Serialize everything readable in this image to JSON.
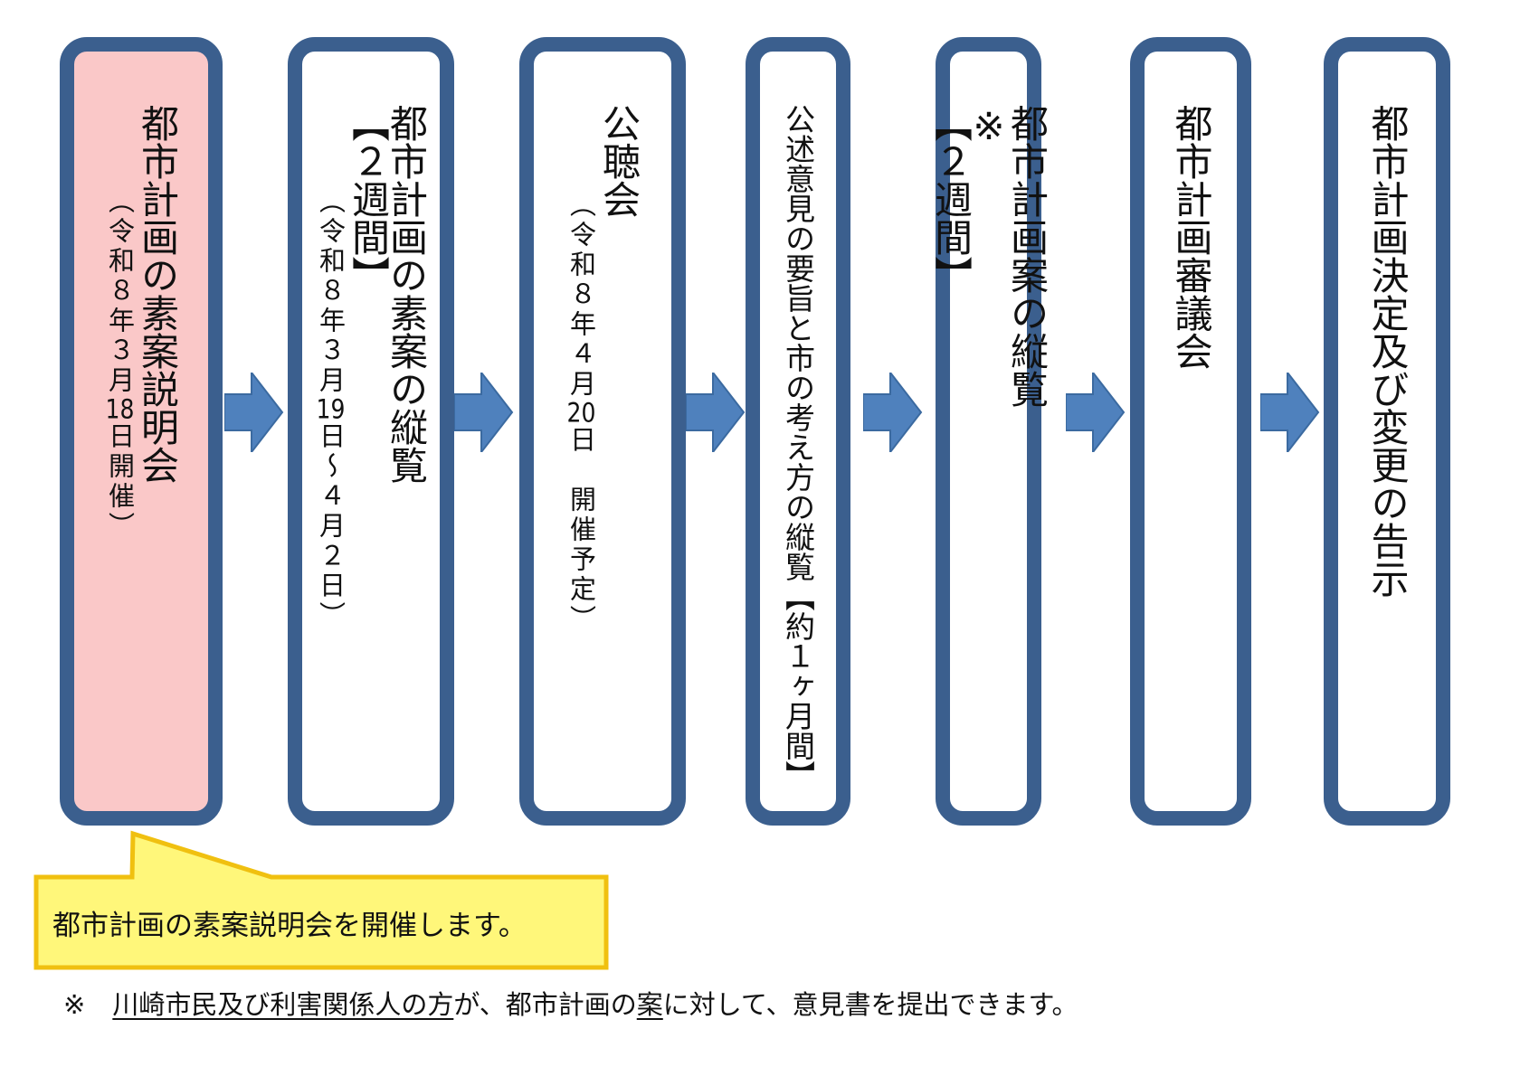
{
  "steps": [
    {
      "title": "都市計画の素案説明会",
      "sub": "（令和８年３月18日開催）",
      "highlighted": true
    },
    {
      "title": "都市計画の素案の縦覧",
      "duration": "【２週間】",
      "sub": "（令和８年３月19日～４月２日）"
    },
    {
      "title": "公聴会",
      "sub": "（令和８年４月20日　開催予定）"
    },
    {
      "title": "公述意見の要旨と市の考え方の縦覧",
      "duration": "【約１ヶ月間】"
    },
    {
      "title": "都市計画案の縦覧",
      "mark": "※",
      "duration": "【２週間】"
    },
    {
      "title": "都市計画審議会"
    },
    {
      "title": "都市計画決定及び変更の告示"
    }
  ],
  "callout": {
    "text": "都市計画の素案説明会を開催します。"
  },
  "footnote": {
    "mark": "※",
    "part1_underlined": "川崎市民及び利害関係人の方",
    "part2": "が、都市計画の",
    "part3_underlined": "案",
    "part4": "に対して、意見書を提出できます。"
  },
  "colors": {
    "border": "#3b5f8e",
    "highlight": "#fac8c8",
    "arrow": "#4f81bd",
    "callout_fill": "#fff77a",
    "callout_border": "#f0c010"
  }
}
